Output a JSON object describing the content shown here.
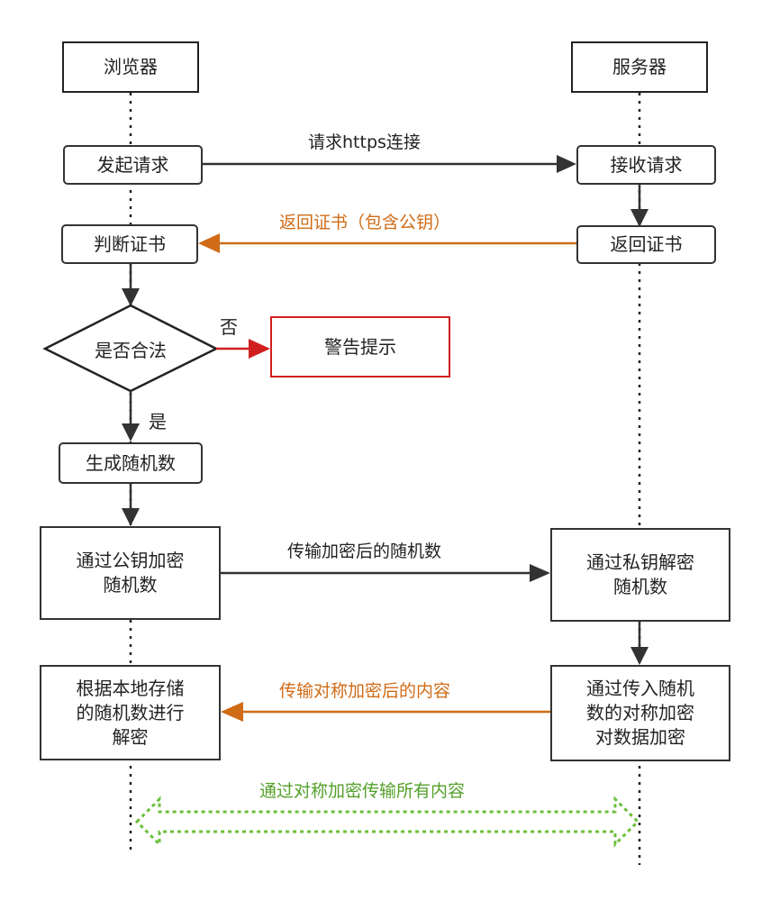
{
  "actors": {
    "browser": "浏览器",
    "server": "服务器"
  },
  "steps": {
    "initiate_request": "发起请求",
    "receive_request": "接收请求",
    "return_cert": "返回证书",
    "judge_cert": "判断证书",
    "is_valid": "是否合法",
    "warning": "警告提示",
    "gen_random": "生成随机数",
    "encrypt_random": "通过公钥加密\n随机数",
    "decrypt_random": "通过私钥解密\n随机数",
    "sym_encrypt": "通过传入随机\n数的对称加密\n对数据加密",
    "decrypt_local": "根据本地存储\n的随机数进行\n解密"
  },
  "messages": {
    "https_request": "请求https连接",
    "return_cert_pubkey": "返回证书（包含公钥）",
    "send_encrypted_random": "传输加密后的随机数",
    "send_sym_content": "传输对称加密后的内容",
    "all_sym": "通过对称加密传输所有内容"
  },
  "branch_labels": {
    "no": "否",
    "yes": "是"
  },
  "colors": {
    "dark": "#333333",
    "orange": "#d06b16",
    "red": "#d11f1f",
    "green": "#54a02a"
  }
}
